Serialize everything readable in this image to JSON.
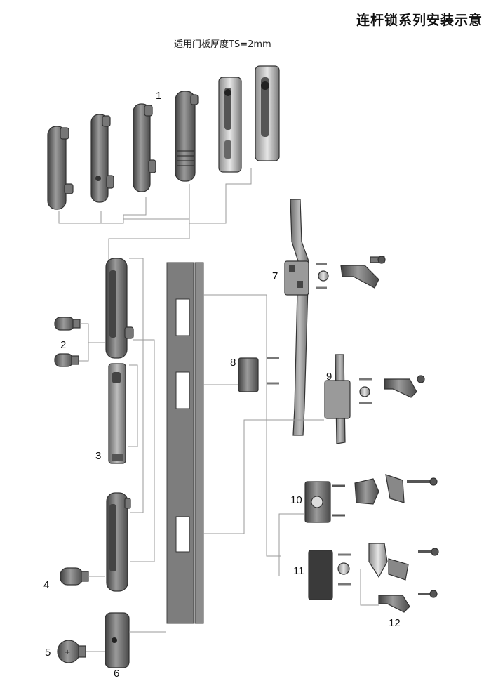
{
  "header": {
    "title": "连杆锁系列安装示意",
    "subtitle": "适用门板厚度TS=2mm"
  },
  "callouts": [
    "1",
    "2",
    "3",
    "4",
    "5",
    "6",
    "7",
    "8",
    "9",
    "10",
    "11",
    "12"
  ],
  "colors": {
    "part_dark": "#555555",
    "part_mid": "#8c8c8c",
    "part_light": "#cfcfcf",
    "leader": "#9a9a9a"
  }
}
